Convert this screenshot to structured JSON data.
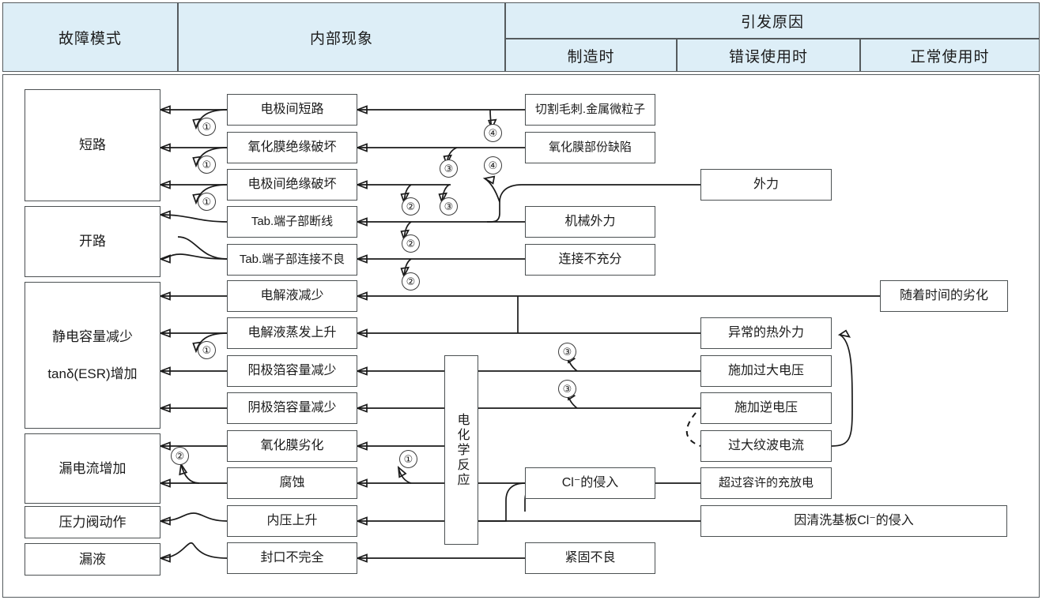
{
  "header": {
    "col_failure_mode": "故障模式",
    "col_internal": "内部现象",
    "col_cause_group": "引发原因",
    "col_cause_manufacture": "制造时",
    "col_cause_misuse": "错误使用时",
    "col_cause_normal": "正常使用时"
  },
  "failure_modes": [
    {
      "label": "短路"
    },
    {
      "label": "开路"
    },
    {
      "label_1": "静电容量减少",
      "label_2": "tanδ(ESR)增加"
    },
    {
      "label": "漏电流增加"
    },
    {
      "label": "压力阀动作"
    },
    {
      "label": "漏液"
    }
  ],
  "internal_phenomena": [
    {
      "label": "电极间短路"
    },
    {
      "label": "氧化膜绝缘破坏"
    },
    {
      "label": "电极间绝缘破坏"
    },
    {
      "label": "Tab.端子部断线"
    },
    {
      "label": "Tab.端子部连接不良"
    },
    {
      "label": "电解液减少"
    },
    {
      "label": "电解液蒸发上升"
    },
    {
      "label": "阳极箔容量减少"
    },
    {
      "label": "阴极箔容量减少"
    },
    {
      "label": "氧化膜劣化"
    },
    {
      "label": "腐蚀"
    },
    {
      "label": "内压上升"
    },
    {
      "label": "封口不完全"
    }
  ],
  "reaction_box": {
    "label": "电化学反应"
  },
  "causes_manufacture": [
    {
      "label": "切割毛刺.金属微粒子"
    },
    {
      "label": "氧化膜部份缺陷"
    },
    {
      "label": "机械外力"
    },
    {
      "label": "连接不充分"
    },
    {
      "label": "Cl⁻的侵入"
    },
    {
      "label": "紧固不良"
    }
  ],
  "causes_misuse": [
    {
      "label": "外力"
    },
    {
      "label": "异常的热外力"
    },
    {
      "label": "施加过大电压"
    },
    {
      "label": "施加逆电压"
    },
    {
      "label": "过大纹波电流"
    },
    {
      "label": "超过容许的充放电"
    },
    {
      "label": "因清洗基板Cl⁻的侵入"
    }
  ],
  "causes_normal": [
    {
      "label": "随着时间的劣化"
    }
  ],
  "markers": {
    "m1": "①",
    "m2": "②",
    "m3": "③",
    "m4": "④"
  },
  "colors": {
    "header_fill": "#ddeef7",
    "border": "#555b5e",
    "box_border": "#4b5052",
    "wire": "#1a1a1a",
    "text": "#1b1b1b"
  }
}
